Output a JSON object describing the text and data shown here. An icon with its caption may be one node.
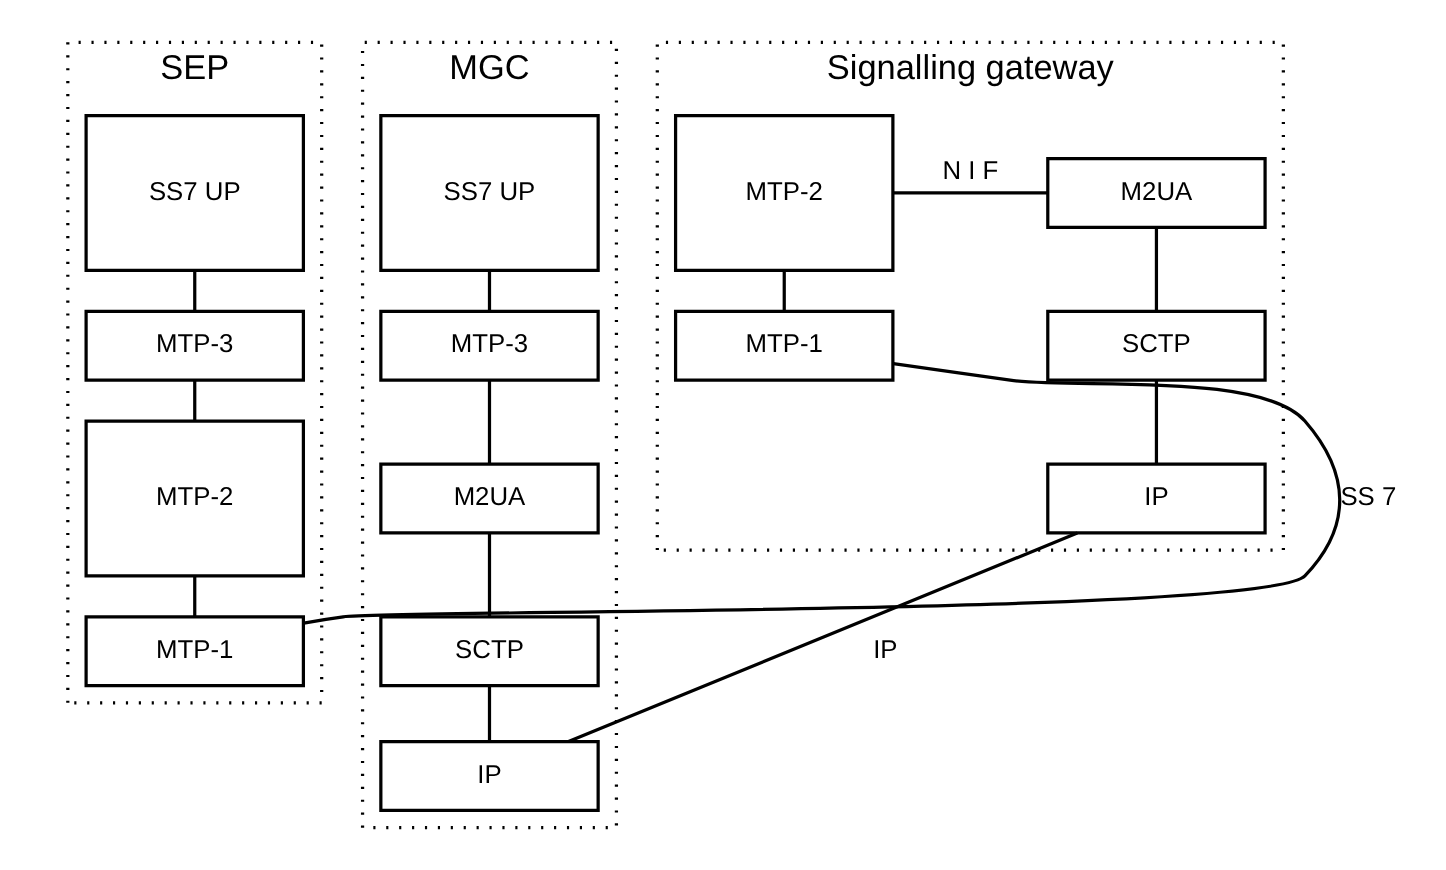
{
  "diagram": {
    "nodes": [
      {
        "text": [
          "SEP"
        ]
      },
      {
        "text": [
          "SS7 UP"
        ],
        "in": 0
      },
      {
        "text": [
          "MTP-3"
        ],
        "in": 0
      },
      {
        "text": [
          "MTP-2"
        ],
        "in": 0
      },
      {
        "text": [
          "MTP-1"
        ],
        "in": 0
      },
      {
        "text": [
          "Signalling gateway"
        ]
      },
      {
        "text": [
          "MTP-2"
        ],
        "in": 5
      },
      {
        "text": [
          "MTP-1"
        ],
        "in": 5
      },
      {
        "text": [
          "M2UA"
        ],
        "in": 5
      },
      {
        "text": [
          "SCTP"
        ],
        "in": 5
      },
      {
        "text": [
          "IP"
        ],
        "in": 5
      },
      {
        "text": [
          "MGC"
        ]
      },
      {
        "text": [
          "SS7 UP"
        ],
        "in": 11
      },
      {
        "text": [
          "MTP-3"
        ],
        "in": 11
      },
      {
        "text": [
          "M2UA"
        ],
        "in": 11
      },
      {
        "text": [
          "SCTP"
        ],
        "in": 11
      },
      {
        "text": [
          "IP"
        ],
        "in": 11
      }
    ],
    "edges": [
      {
        "from": 1,
        "to": 2,
        "arrow": "none"
      },
      {
        "from": 2,
        "to": 3,
        "arrow": "none"
      },
      {
        "from": 3,
        "to": 4,
        "arrow": "none"
      },
      {
        "from": 4,
        "to": 7,
        "arrow": "none",
        "label": "SS 7"
      },
      {
        "from": 6,
        "to": 7,
        "arrow": "none"
      },
      {
        "from": 6,
        "to": 8,
        "arrow": "none",
        "label": "N I F"
      },
      {
        "from": 8,
        "to": 9,
        "arrow": "none"
      },
      {
        "from": 9,
        "to": 10,
        "arrow": "none"
      },
      {
        "from": 10,
        "to": 16,
        "arrow": "none",
        "label": "IP"
      },
      {
        "from": 12,
        "to": 13,
        "arrow": "none"
      },
      {
        "from": 13,
        "to": 14,
        "arrow": "none"
      },
      {
        "from": 14,
        "to": 15,
        "arrow": "none"
      },
      {
        "from": 15,
        "to": 16,
        "arrow": "none"
      }
    ]
  }
}
